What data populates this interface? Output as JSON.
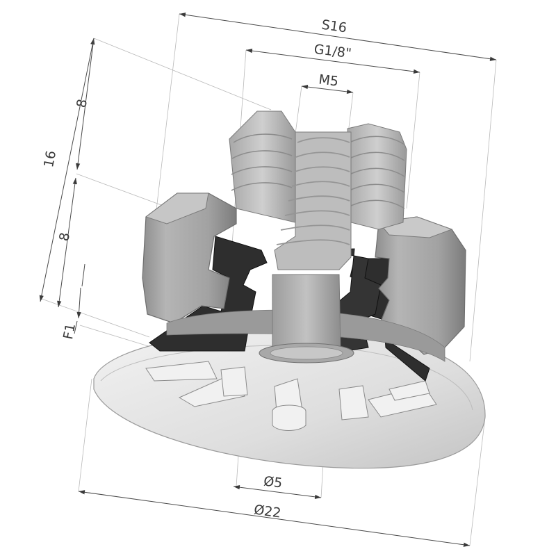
{
  "dimensions": {
    "s16": "S16",
    "g18": "G1/8\"",
    "m5": "M5",
    "d5": "Ø5",
    "d22": "Ø22",
    "h16": "16",
    "h8_top": "8",
    "h8_bottom": "8",
    "f1": "F1"
  },
  "colors": {
    "background": "#ffffff",
    "metal_light": "#c9c9c9",
    "metal_mid": "#a9a9a9",
    "metal_dark": "#8a8a8a",
    "rubber": "#2e2e2e",
    "cup": "#dcdcdc"
  }
}
